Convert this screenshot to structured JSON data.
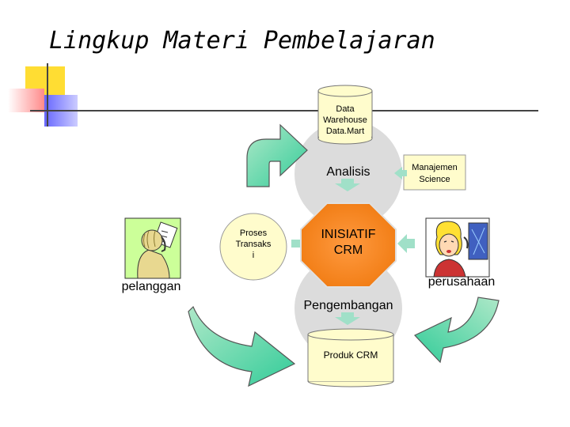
{
  "slide": {
    "title": "Lingkup Materi Pembelajaran"
  },
  "nodes": {
    "warehouse": [
      "Data",
      "Warehouse",
      "Data.Mart"
    ],
    "analisis": "Analisis",
    "manajemen": [
      "Manajemen",
      "Science"
    ],
    "proses": [
      "Proses",
      "Transaks",
      "i"
    ],
    "inisiatif": [
      "INISIATIF",
      "CRM"
    ],
    "pelanggan": "pelanggan",
    "perusahaan": "perusahaan",
    "pengembangan": "Pengembangan",
    "produk": "Produk CRM"
  },
  "colors": {
    "node_fill": "#fffccc",
    "octagon": "#ff8c28",
    "gray_circle": "#dcdcdc",
    "arrow_green": "#33cc99",
    "arrow_green_light": "#aee8c8",
    "small_arrow": "#a0e0c8",
    "accent_yellow": "#ffdd33",
    "accent_pink": "#ff8a8a",
    "accent_blue": "#6666ff"
  },
  "icons": {
    "pelanggan": "person-on-phone-icon",
    "perusahaan": "woman-at-computer-icon"
  }
}
